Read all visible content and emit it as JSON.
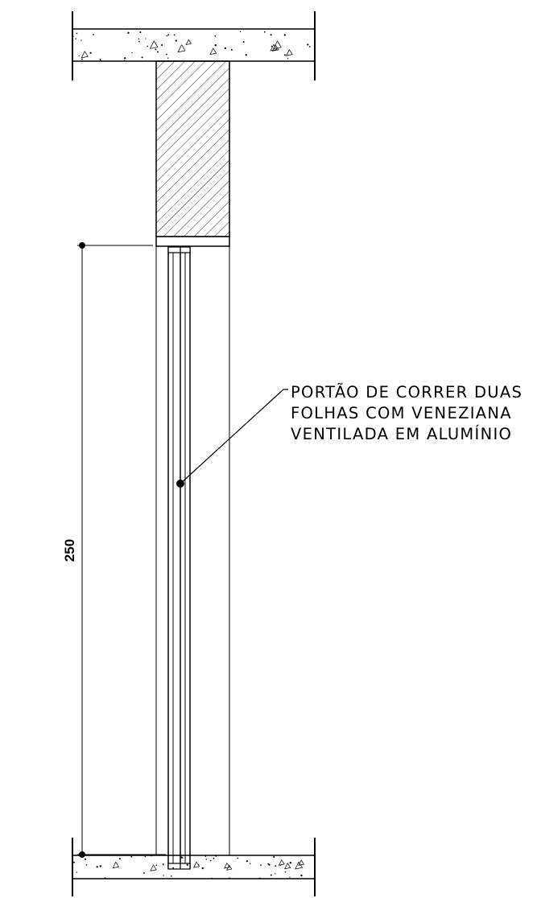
{
  "annotation": {
    "lines": [
      "PORTÃO DE CORRER DUAS",
      "FOLHAS COM VENEZIANA",
      "VENTILADA EM ALUMÍNIO"
    ]
  },
  "dimension": {
    "value": "250"
  },
  "colors": {
    "line": "#000000",
    "background": "#ffffff"
  }
}
